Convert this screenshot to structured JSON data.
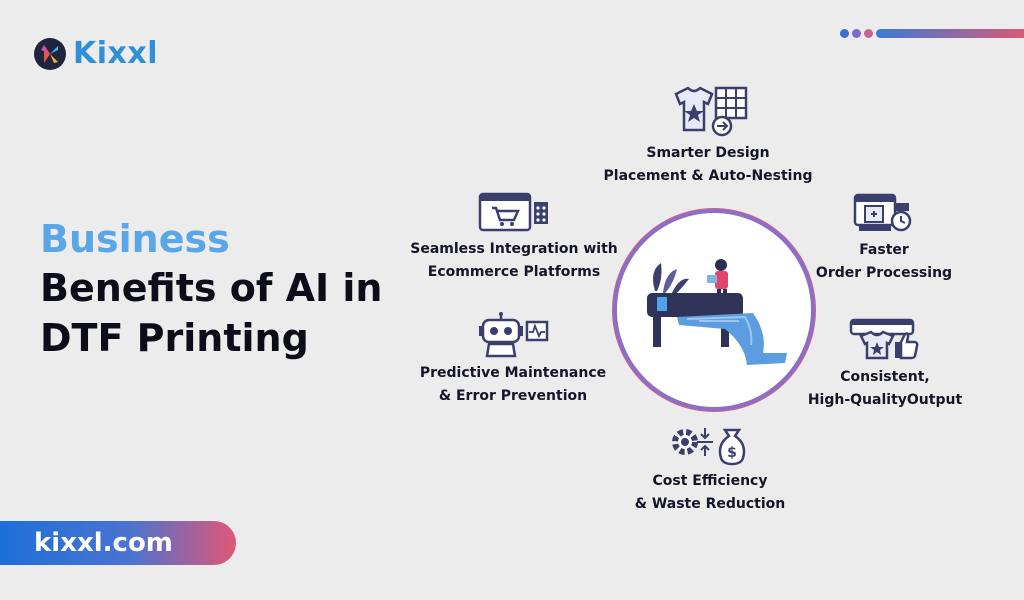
{
  "brand": {
    "name": "Kixxl",
    "site": "kixxl.com"
  },
  "headline": {
    "line1": "Business",
    "line2": "Benefits of AI in",
    "line3": "DTF Printing"
  },
  "benefits": [
    {
      "line1": "Smarter Design",
      "line2": "Placement  & Auto-Nesting",
      "icon": "tshirt-grid-icon"
    },
    {
      "line1": "Faster",
      "line2": "Order Processing",
      "icon": "printer-clock-icon"
    },
    {
      "line1": "Consistent,",
      "line2": "High-QualityOutput",
      "icon": "printer-tshirt-thumb-icon"
    },
    {
      "line1": "Cost Efficiency",
      "line2": "& Waste Reduction",
      "icon": "gear-money-bag-icon"
    },
    {
      "line1": "Predictive Maintenance",
      "line2": "& Error Prevention",
      "icon": "robot-monitor-icon"
    },
    {
      "line1": "Seamless Integration with",
      "line2": "Ecommerce Platforms",
      "icon": "browser-cart-icon"
    }
  ],
  "colors": {
    "accent_blue": "#2f8fd8",
    "headline_blue": "#5aa6e6",
    "accent_pink": "#d85a78",
    "icon_navy": "#3b3f6e",
    "background": "#ececec"
  }
}
